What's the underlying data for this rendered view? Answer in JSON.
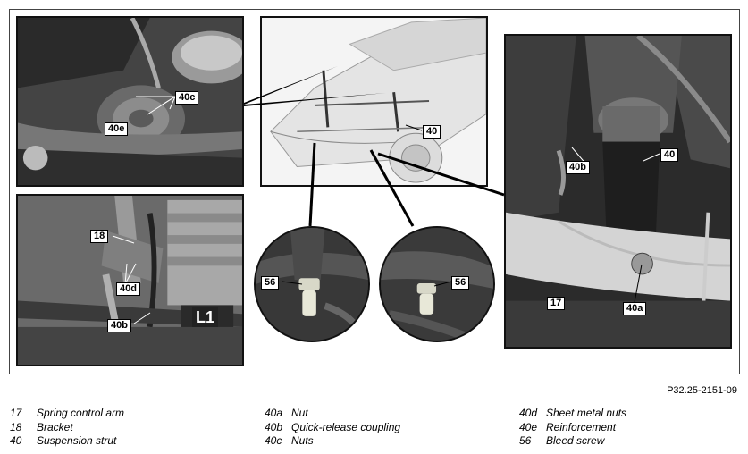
{
  "figure_id": "P32.25-2151-09",
  "callouts": {
    "c40c": "40c",
    "c40e": "40e",
    "c18": "18",
    "c40d": "40d",
    "c40b_left": "40b",
    "c40_center": "40",
    "c56_left": "56",
    "c56_right": "56",
    "c40b_right": "40b",
    "c40_right": "40",
    "c17": "17",
    "c40a": "40a",
    "c_l1": "L1"
  },
  "legend": [
    [
      {
        "num": "17",
        "text": "Spring control arm"
      },
      {
        "num": "18",
        "text": "Bracket"
      },
      {
        "num": "40",
        "text": "Suspension strut"
      }
    ],
    [
      {
        "num": "40a",
        "text": "Nut"
      },
      {
        "num": "40b",
        "text": "Quick-release coupling"
      },
      {
        "num": "40c",
        "text": "Nuts"
      }
    ],
    [
      {
        "num": "40d",
        "text": "Sheet metal nuts"
      },
      {
        "num": "40e",
        "text": "Reinforcement"
      },
      {
        "num": "56",
        "text": "Bleed screw"
      }
    ]
  ]
}
